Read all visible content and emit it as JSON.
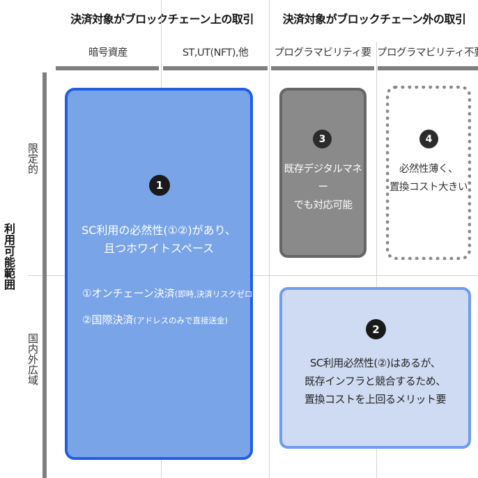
{
  "headers": {
    "onchain": "決済対象がブロックチェーン上の取引",
    "offchain": "決済対象がブロックチェーン外の取引"
  },
  "subheaders": {
    "crypto": "暗号資産",
    "st_ut": "ST,UT(NFT),他",
    "prog_required": "プログラマビリティ要",
    "prog_not_required": "プログラマビリティ不要"
  },
  "side": {
    "main": "利用可能範囲",
    "limited": "限定的",
    "wide": "国内外広域"
  },
  "cells": {
    "c1": {
      "number": "1",
      "line1": "SC利用の必然性(①②)があり、",
      "line2": "且つホワイトスペース",
      "item1_main": "①オンチェーン決済",
      "item1_note": "(即時,決済リスクゼロ)",
      "item2_main": "②国際決済",
      "item2_note": "(アドレスのみで直接送金)"
    },
    "c2": {
      "number": "2",
      "line1": "SC利用必然性(②)はあるが、",
      "line2": "既存インフラと競合するため、",
      "line3": "置換コストを上回るメリット要"
    },
    "c3": {
      "number": "3",
      "line1": "既存デジタルマネー",
      "line2": "でも対応可能"
    },
    "c4": {
      "number": "4",
      "line1": "必然性薄く、",
      "line2": "置換コスト大きい"
    }
  },
  "colors": {
    "c1_fill": "#7aa4e8",
    "c1_border": "#1f5fe0",
    "c2_fill": "#cfdbf3",
    "c2_border": "#6f9cf0",
    "c3_fill": "#8a8a8a",
    "c3_border": "#666666",
    "c4_border": "#8a8a8a"
  }
}
